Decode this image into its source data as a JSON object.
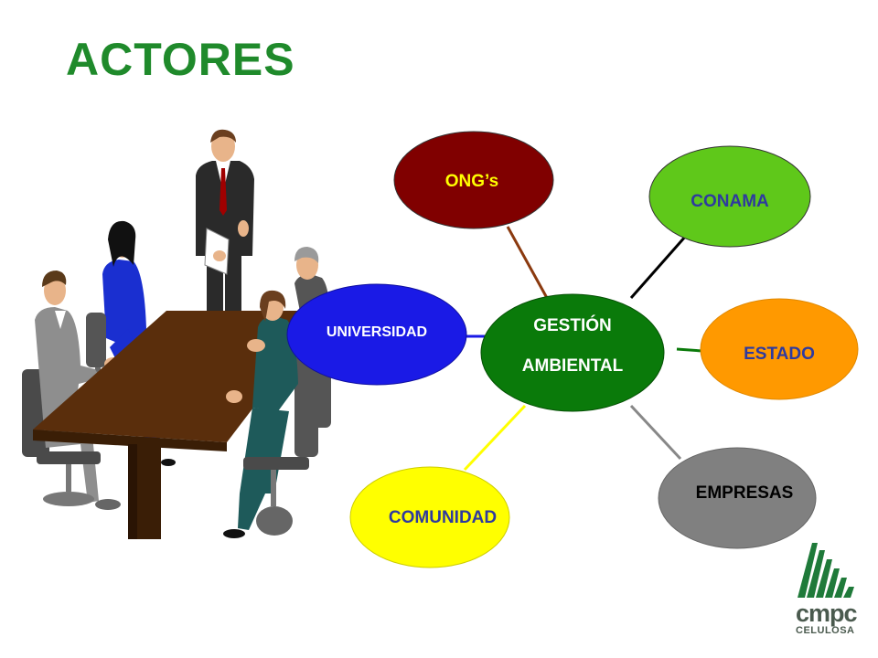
{
  "title": "ACTORES",
  "center": {
    "line1": "GESTIÓN",
    "line2": "AMBIENTAL",
    "color": "#0a7a0a"
  },
  "nodes": [
    {
      "id": "ongs",
      "label": "ONG’s",
      "fill": "#800000",
      "text_color": "#ffff00",
      "line_color": "#8b3a0f"
    },
    {
      "id": "conama",
      "label": "CONAMA",
      "fill": "#5fc81a",
      "text_color": "#2e3a9f",
      "line_color": "#000000"
    },
    {
      "id": "estado",
      "label": "ESTADO",
      "fill": "#ff9900",
      "text_color": "#2e3a9f",
      "line_color": "#0a7a0a"
    },
    {
      "id": "empresas",
      "label": "EMPRESAS",
      "fill": "#808080",
      "text_color": "#000000",
      "line_color": "#888888"
    },
    {
      "id": "comunidad",
      "label": "COMUNIDAD",
      "fill": "#ffff00",
      "text_color": "#2e3a9f",
      "line_color": "#ffff00"
    },
    {
      "id": "universidad",
      "label": "UNIVERSIDAD",
      "fill": "#1a1ae6",
      "text_color": "#ffffff",
      "line_color": "#1a1ae6"
    }
  ],
  "logo": {
    "line1": "cmpc",
    "line2": "CELULOSA",
    "color": "#1f7a3a"
  }
}
